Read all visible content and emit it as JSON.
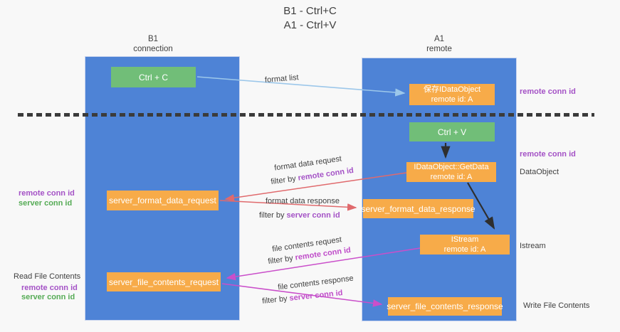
{
  "title": {
    "line1": "B1 - Ctrl+C",
    "line2": "A1 - Ctrl+V"
  },
  "colors": {
    "lane_blue": "#4e83d6",
    "box_green": "#71be78",
    "box_orange": "#f7ab49",
    "arrow_lightblue": "#9cc7ea",
    "arrow_red": "#e06a6d",
    "arrow_magenta": "#ca4fca",
    "arrow_black": "#2e2e2e",
    "conn_purple": "#a452c6",
    "conn_magenta": "#bf4cc9",
    "conn_green": "#55ab55",
    "text_dark": "#3f3f3f",
    "dash_dark": "#3b3b3b",
    "background": "#f8f8f8"
  },
  "lanes": {
    "left": {
      "title": "B1",
      "subtitle": "connection"
    },
    "right": {
      "title": "A1",
      "subtitle": "remote"
    }
  },
  "nodes": {
    "ctrl_c": {
      "label": "Ctrl + C"
    },
    "save_dataobject": {
      "line1": "保存IDataObject",
      "line2": "remote id: A"
    },
    "ctrl_v": {
      "label": "Ctrl + V"
    },
    "getdata": {
      "line1": "IDataObject::GetData",
      "line2": "remote id: A"
    },
    "format_request": {
      "label": "server_format_data_request"
    },
    "format_response": {
      "label": "server_format_data_response"
    },
    "istream": {
      "line1": "IStream",
      "line2": "remote id: A"
    },
    "file_request": {
      "label": "server_file_contents_request"
    },
    "file_response": {
      "label": "server_file_contents_response"
    }
  },
  "flows": {
    "format_list": {
      "label": "format list"
    },
    "format_request": {
      "label": "format data request",
      "filter_prefix": "filter by",
      "filter_key": "remote conn id"
    },
    "format_response": {
      "label": "format data response",
      "filter_prefix": "filter by",
      "filter_key": "server conn id"
    },
    "file_request": {
      "label": "file contents request",
      "filter_prefix": "filter by",
      "filter_key": "remote conn id"
    },
    "file_response": {
      "label": "file contents response",
      "filter_prefix": "filter by",
      "filter_key": "server conn id"
    }
  },
  "annotations": {
    "right_remote_conn_top": "remote conn id",
    "right_remote_conn_mid": "remote conn id",
    "dataobject": "DataObject",
    "istream": "Istream",
    "write_file_contents": "Write File Contents",
    "left_remote_conn_top": "remote conn id",
    "left_server_conn_top": "server conn id",
    "read_file_contents": "Read File Contents",
    "left_remote_conn_bottom": "remote conn id",
    "left_server_conn_bottom": "server conn id"
  }
}
